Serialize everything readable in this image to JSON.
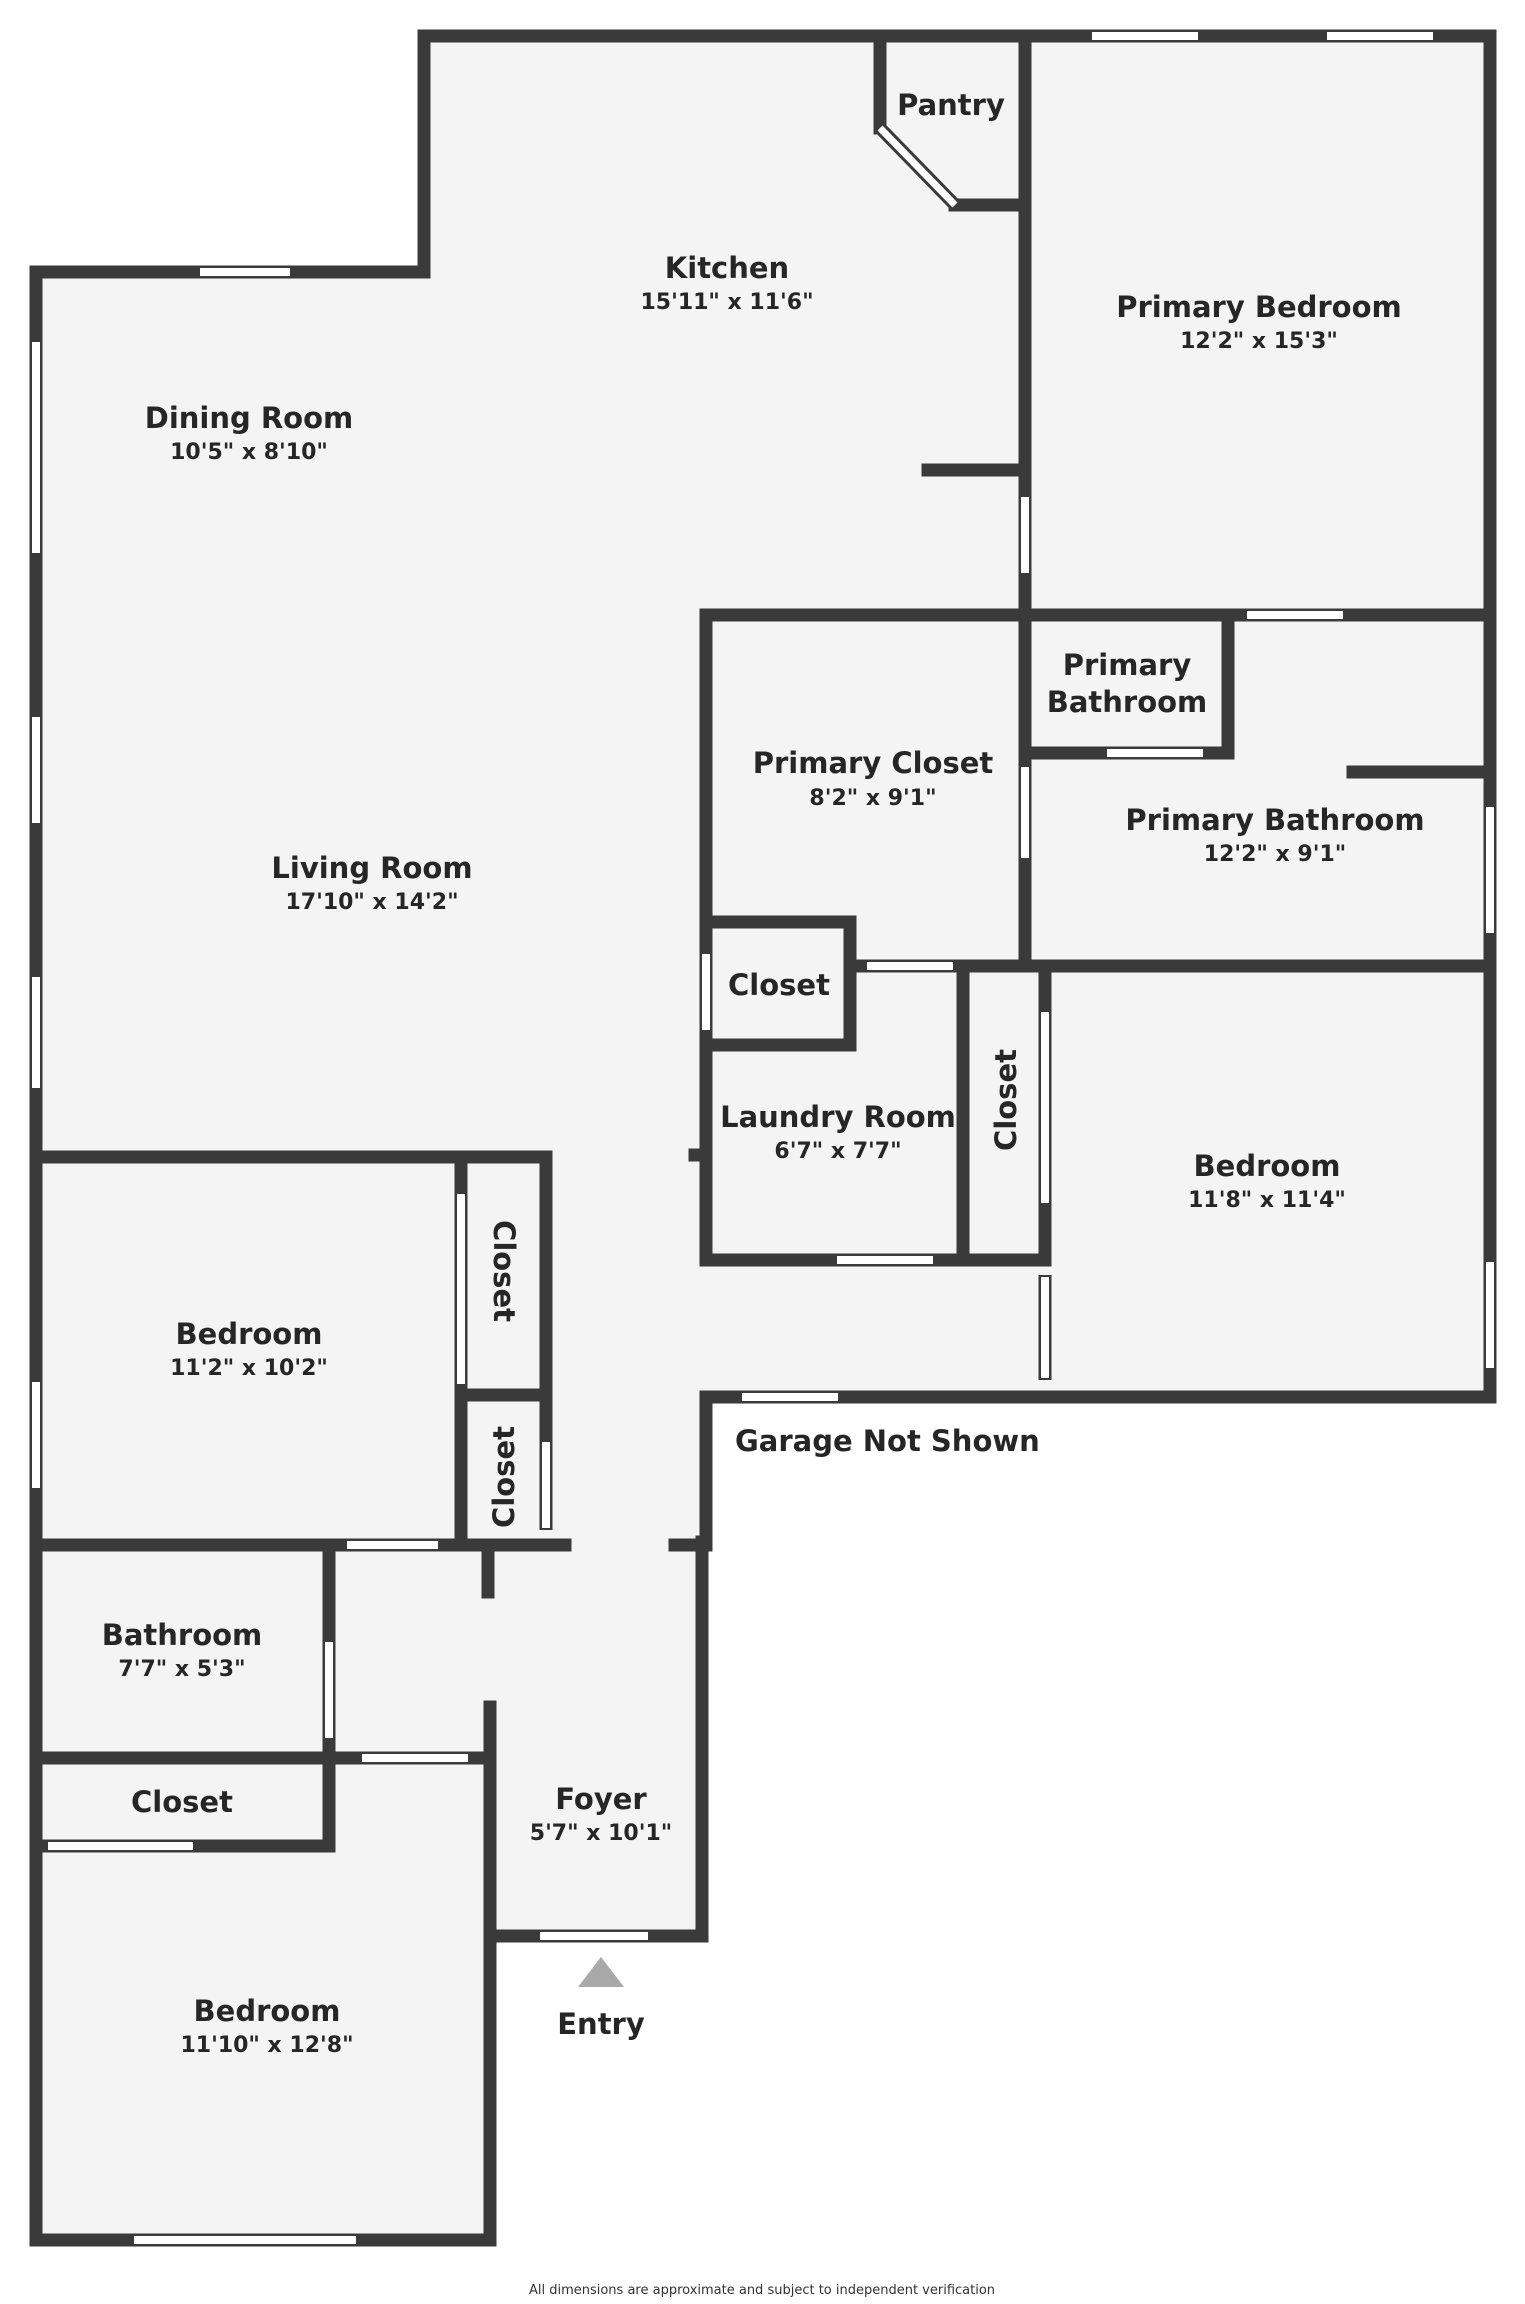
{
  "colors": {
    "wall": "#3a3a3a",
    "floor": "#f4f4f4",
    "window": "#ffffff",
    "entry_marker": "#a9a9a9",
    "text": "#262626"
  },
  "rooms": {
    "pantry": {
      "name": "Pantry"
    },
    "kitchen": {
      "name": "Kitchen",
      "dim": "15'11\" x 11'6\""
    },
    "primary_bedroom": {
      "name": "Primary Bedroom",
      "dim": "12'2\" x 15'3\""
    },
    "dining_room": {
      "name": "Dining Room",
      "dim": "10'5\" x 8'10\""
    },
    "primary_bathroom_small": {
      "name_line1": "Primary",
      "name_line2": "Bathroom"
    },
    "primary_closet": {
      "name": "Primary Closet",
      "dim": "8'2\" x 9'1\""
    },
    "primary_bathroom": {
      "name": "Primary Bathroom",
      "dim": "12'2\" x 9'1\""
    },
    "living_room": {
      "name": "Living Room",
      "dim": "17'10\" x 14'2\""
    },
    "closet_laundry": {
      "name": "Closet"
    },
    "laundry_room": {
      "name": "Laundry Room",
      "dim": "6'7\" x 7'7\""
    },
    "closet_vertical_right": {
      "name": "Closet"
    },
    "bedroom_right": {
      "name": "Bedroom",
      "dim": "11'8\" x 11'4\""
    },
    "bedroom_left": {
      "name": "Bedroom",
      "dim": "11'2\" x 10'2\""
    },
    "closet_left_upper": {
      "name": "Closet"
    },
    "closet_left_lower": {
      "name": "Closet"
    },
    "bathroom": {
      "name": "Bathroom",
      "dim": "7'7\" x 5'3\""
    },
    "closet_bottom": {
      "name": "Closet"
    },
    "foyer": {
      "name": "Foyer",
      "dim": "5'7\" x 10'1\""
    },
    "bedroom_bottom": {
      "name": "Bedroom",
      "dim": "11'10\" x 12'8\""
    }
  },
  "labels": {
    "garage": "Garage Not Shown",
    "entry": "Entry"
  },
  "footer": "All dimensions are approximate and subject to independent verification"
}
